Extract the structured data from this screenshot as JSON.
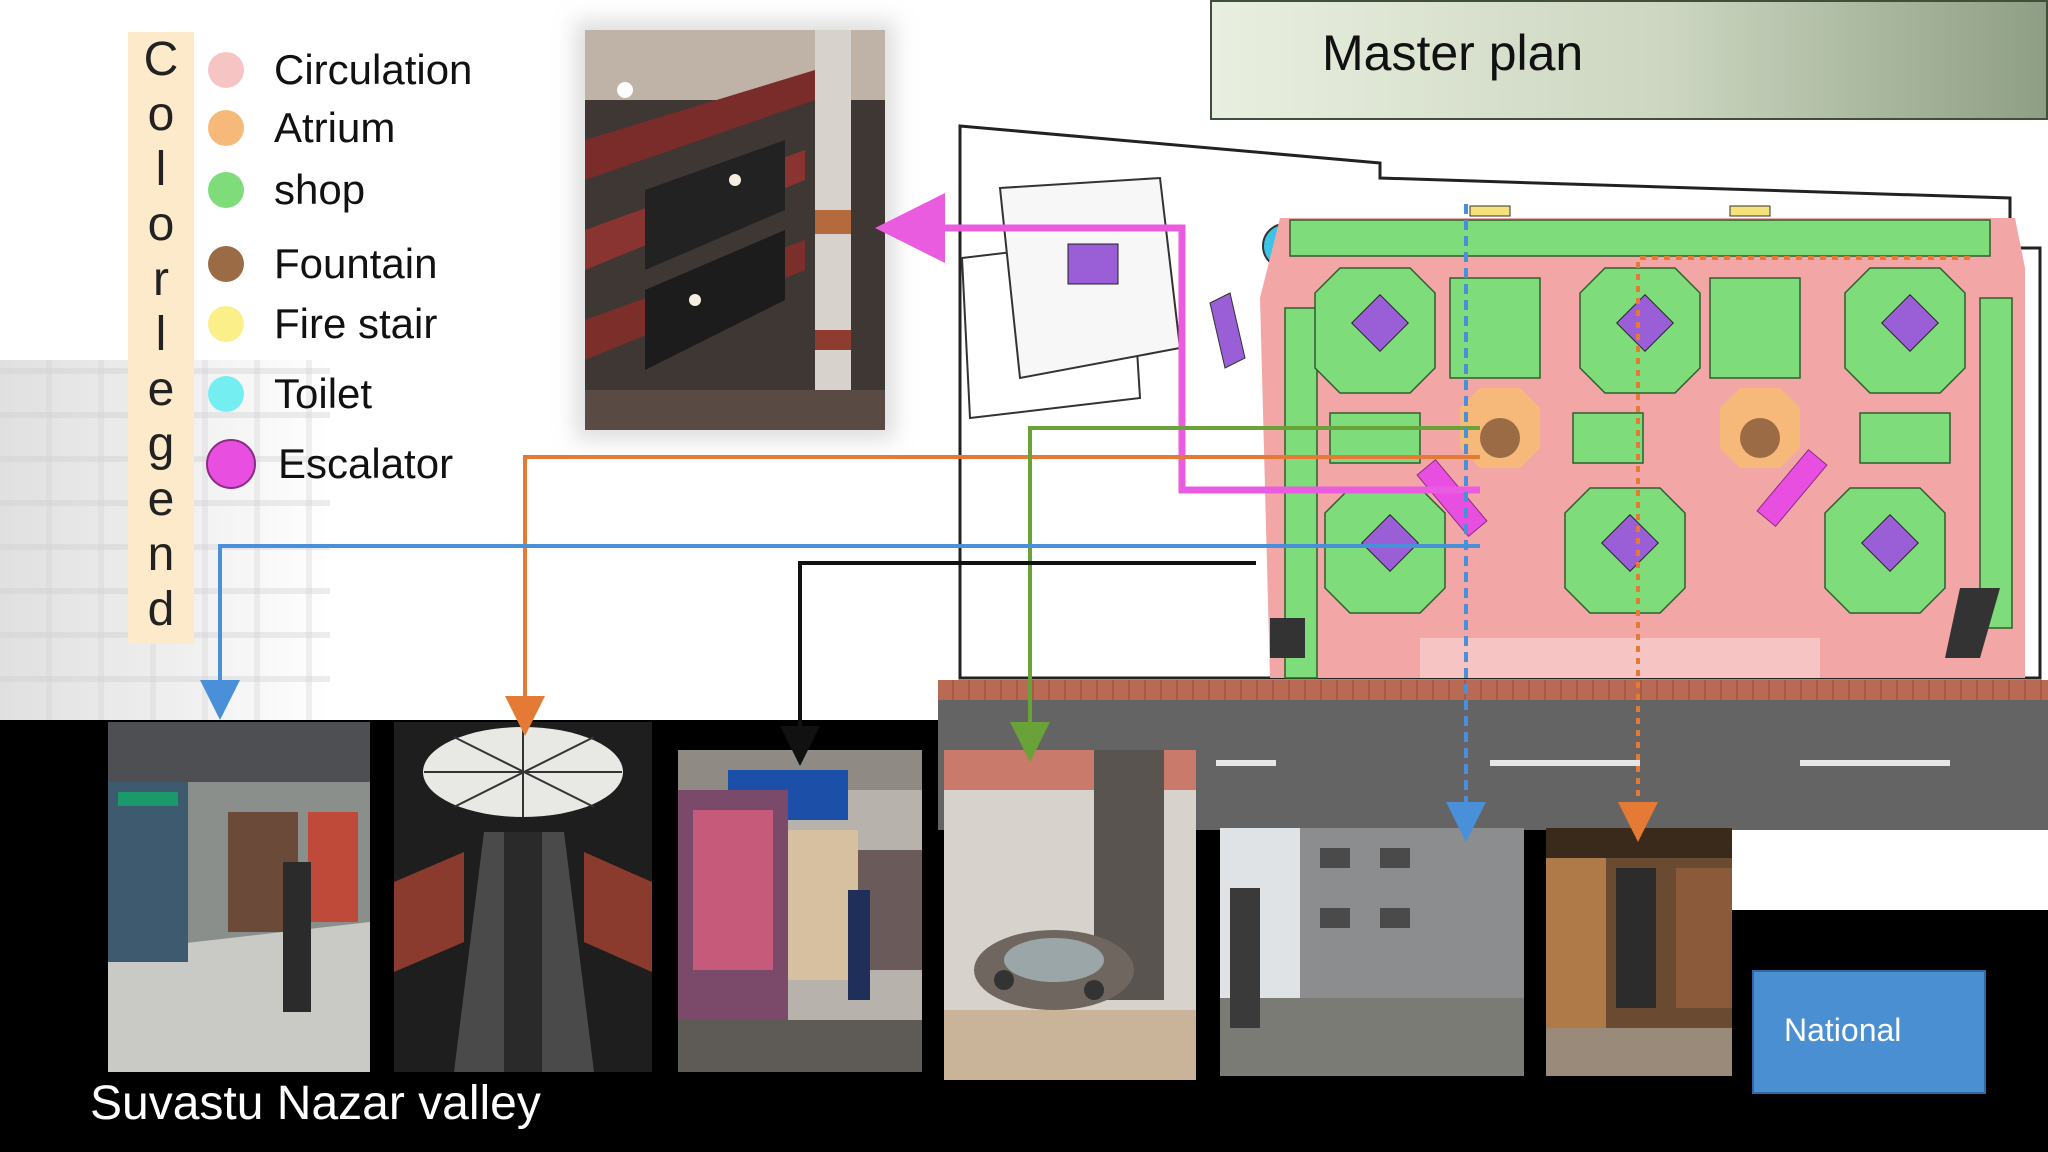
{
  "title": "Master plan",
  "legend": {
    "vertical_label": "Color legend",
    "vertical_letters": [
      "C",
      "o",
      "l",
      "o",
      "r",
      "l",
      "e",
      "g",
      "e",
      "n",
      "d"
    ],
    "items": [
      {
        "label": "Circulation",
        "color": "#f7c4c4"
      },
      {
        "label": "Atrium",
        "color": "#f7b97a"
      },
      {
        "label": "shop",
        "color": "#7fdc7a"
      },
      {
        "label": "Fountain",
        "color": "#9a6b45"
      },
      {
        "label": "Fire stair",
        "color": "#fbef8a"
      },
      {
        "label": "Toilet",
        "color": "#75eef2"
      },
      {
        "label": "Escalator",
        "color": "#e84ee0"
      }
    ]
  },
  "colors": {
    "circulation_line": "#e95ce0",
    "atrium_line": "#e47a35",
    "shop_line": "#6aa23a",
    "corridor_line": "#4a90d9",
    "black_line": "#111111",
    "national_box": "#4a8fd2"
  },
  "caption": "Suvastu Nazar valley",
  "national_label": "National"
}
